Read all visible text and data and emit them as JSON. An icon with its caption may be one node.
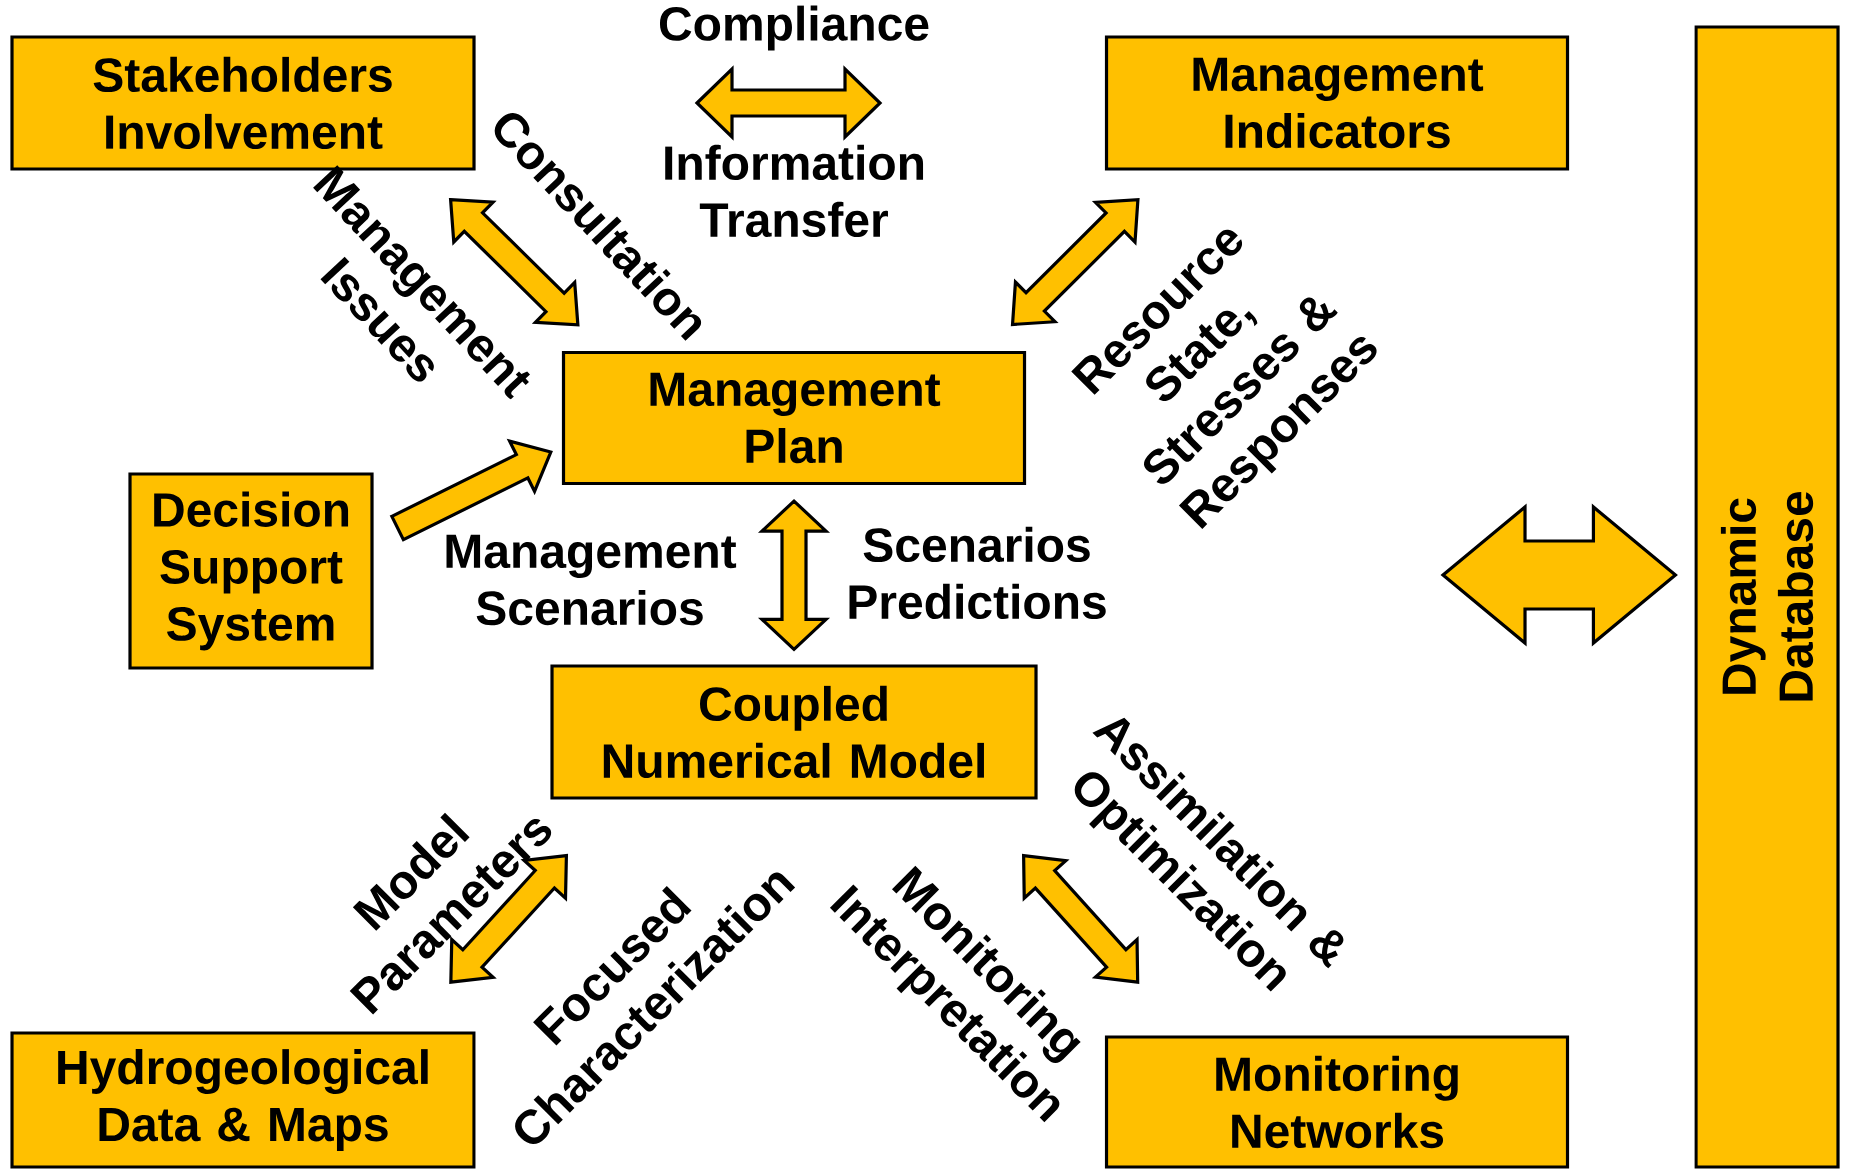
{
  "diagram": {
    "nodes": [
      {
        "text": [
          "Stakeholders Involvement"
        ]
      },
      {
        "text": [
          "Management Indicators"
        ]
      },
      {
        "text": [
          "Management Plan"
        ]
      },
      {
        "text": [
          "Decision Support System"
        ]
      },
      {
        "text": [
          "Coupled Numerical Model"
        ]
      },
      {
        "text": [
          "Hydrogeological Data & Maps"
        ]
      },
      {
        "text": [
          "Monitoring Networks"
        ]
      },
      {
        "text": [
          "Dynamic Database"
        ]
      }
    ],
    "edges": [
      {
        "from": 0,
        "to": 2,
        "arrow": "both"
      },
      {
        "from": 1,
        "to": 2,
        "arrow": "both"
      },
      {
        "from": 3,
        "to": 2,
        "arrow": "to"
      },
      {
        "from": 2,
        "to": 4,
        "arrow": "both"
      },
      {
        "from": 4,
        "to": 5,
        "arrow": "both"
      },
      {
        "from": 4,
        "to": 6,
        "arrow": "both"
      },
      {
        "from": null,
        "to": 7,
        "arrow": "both"
      }
    ],
    "labels": [
      "Compliance",
      "Information Transfer",
      "Management Issues",
      "Consultation",
      "Resource State, Stresses & Responses",
      "Management Scenarios",
      "Scenarios Predictions",
      "Model Parameters",
      "Focused Characterization",
      "Assimilation & Optimization",
      "Monitoring Interpretation"
    ]
  }
}
